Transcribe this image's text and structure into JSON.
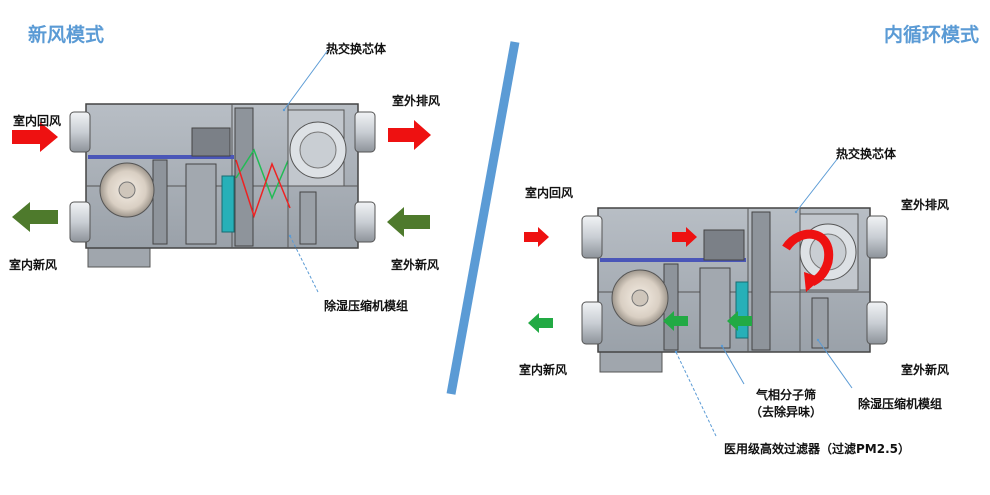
{
  "fresh_mode": {
    "title": "新风模式",
    "labels": {
      "indoor_return": "室内回风",
      "indoor_fresh": "室内新风",
      "heat_exchange_core": "热交换芯体",
      "outdoor_exhaust": "室外排风",
      "outdoor_fresh": "室外新风",
      "dehumid_module": "除湿压缩机模组"
    }
  },
  "recirc_mode": {
    "title": "内循环模式",
    "labels": {
      "heat_exchange_core": "热交换芯体",
      "indoor_return": "室内回风",
      "outdoor_exhaust": "室外排风",
      "indoor_fresh": "室内新风",
      "outdoor_fresh": "室外新风",
      "dehumid_module": "除湿压缩机模组",
      "molecular_sieve_line1": "气相分子筛",
      "molecular_sieve_line2": "（去除异味）",
      "hepa_filter": "医用级高效过滤器（过滤PM2.5）"
    }
  },
  "colors": {
    "title_blue": "#5b9bd5",
    "arrow_red": "#ee1111",
    "arrow_green_dark": "#4e7a2c",
    "arrow_green": "#22aa44",
    "housing": "#a9afb6",
    "divider": "#5b9bd5"
  }
}
